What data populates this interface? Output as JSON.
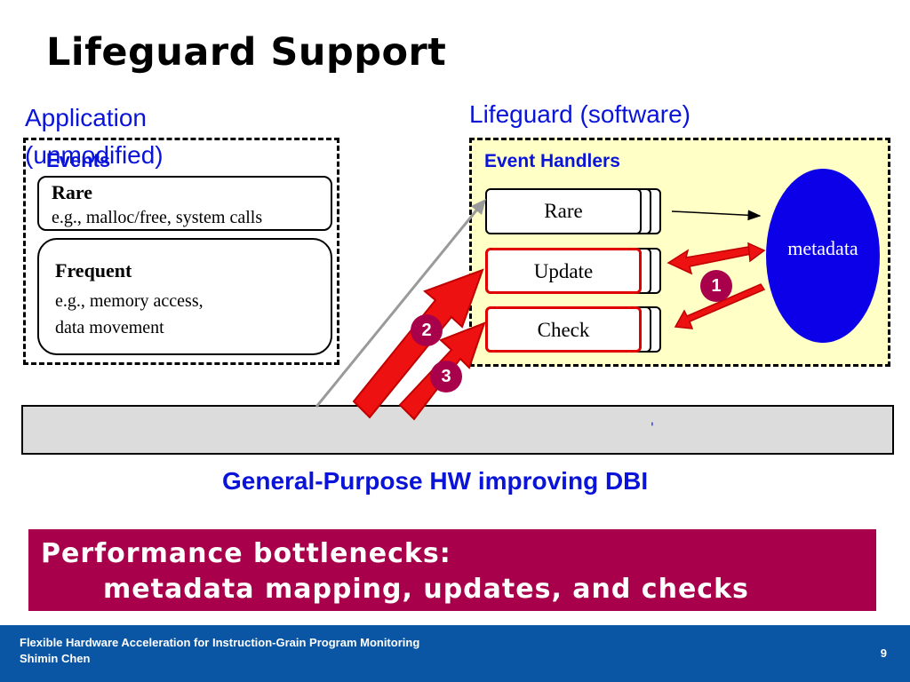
{
  "title": "Lifeguard Support",
  "application_label": "Application (unmodified)",
  "lifeguard_label": "Lifeguard (software)",
  "events": {
    "label": "Events",
    "rare": {
      "title": "Rare",
      "desc": "e.g., malloc/free, system calls"
    },
    "frequent": {
      "title": "Frequent",
      "desc_line1": "e.g., memory access,",
      "desc_line2": "data movement"
    }
  },
  "handlers": {
    "label": "Event Handlers",
    "rare": "Rare",
    "update": "Update",
    "check": "Check"
  },
  "metadata_label": "metadata",
  "badges": {
    "one": "1",
    "two": "2",
    "three": "3"
  },
  "hw_bar_mark": "'",
  "hw_label": "General-Purpose HW improving DBI",
  "bottleneck": {
    "line1": "Performance bottlenecks:",
    "line2": "metadata mapping, updates, and checks"
  },
  "footer": {
    "line1": "Flexible Hardware Acceleration for Instruction-Grain Program Monitoring",
    "line2": "Shimin Chen",
    "page": "9"
  },
  "colors": {
    "blue": "#0a14d8",
    "yellow_panel": "#ffffc6",
    "metadata_blue": "#0b00e8",
    "crimson": "#a8004a",
    "red": "#e00000",
    "footer_blue": "#0a56a4",
    "grey_bar": "#dcdcdc"
  }
}
